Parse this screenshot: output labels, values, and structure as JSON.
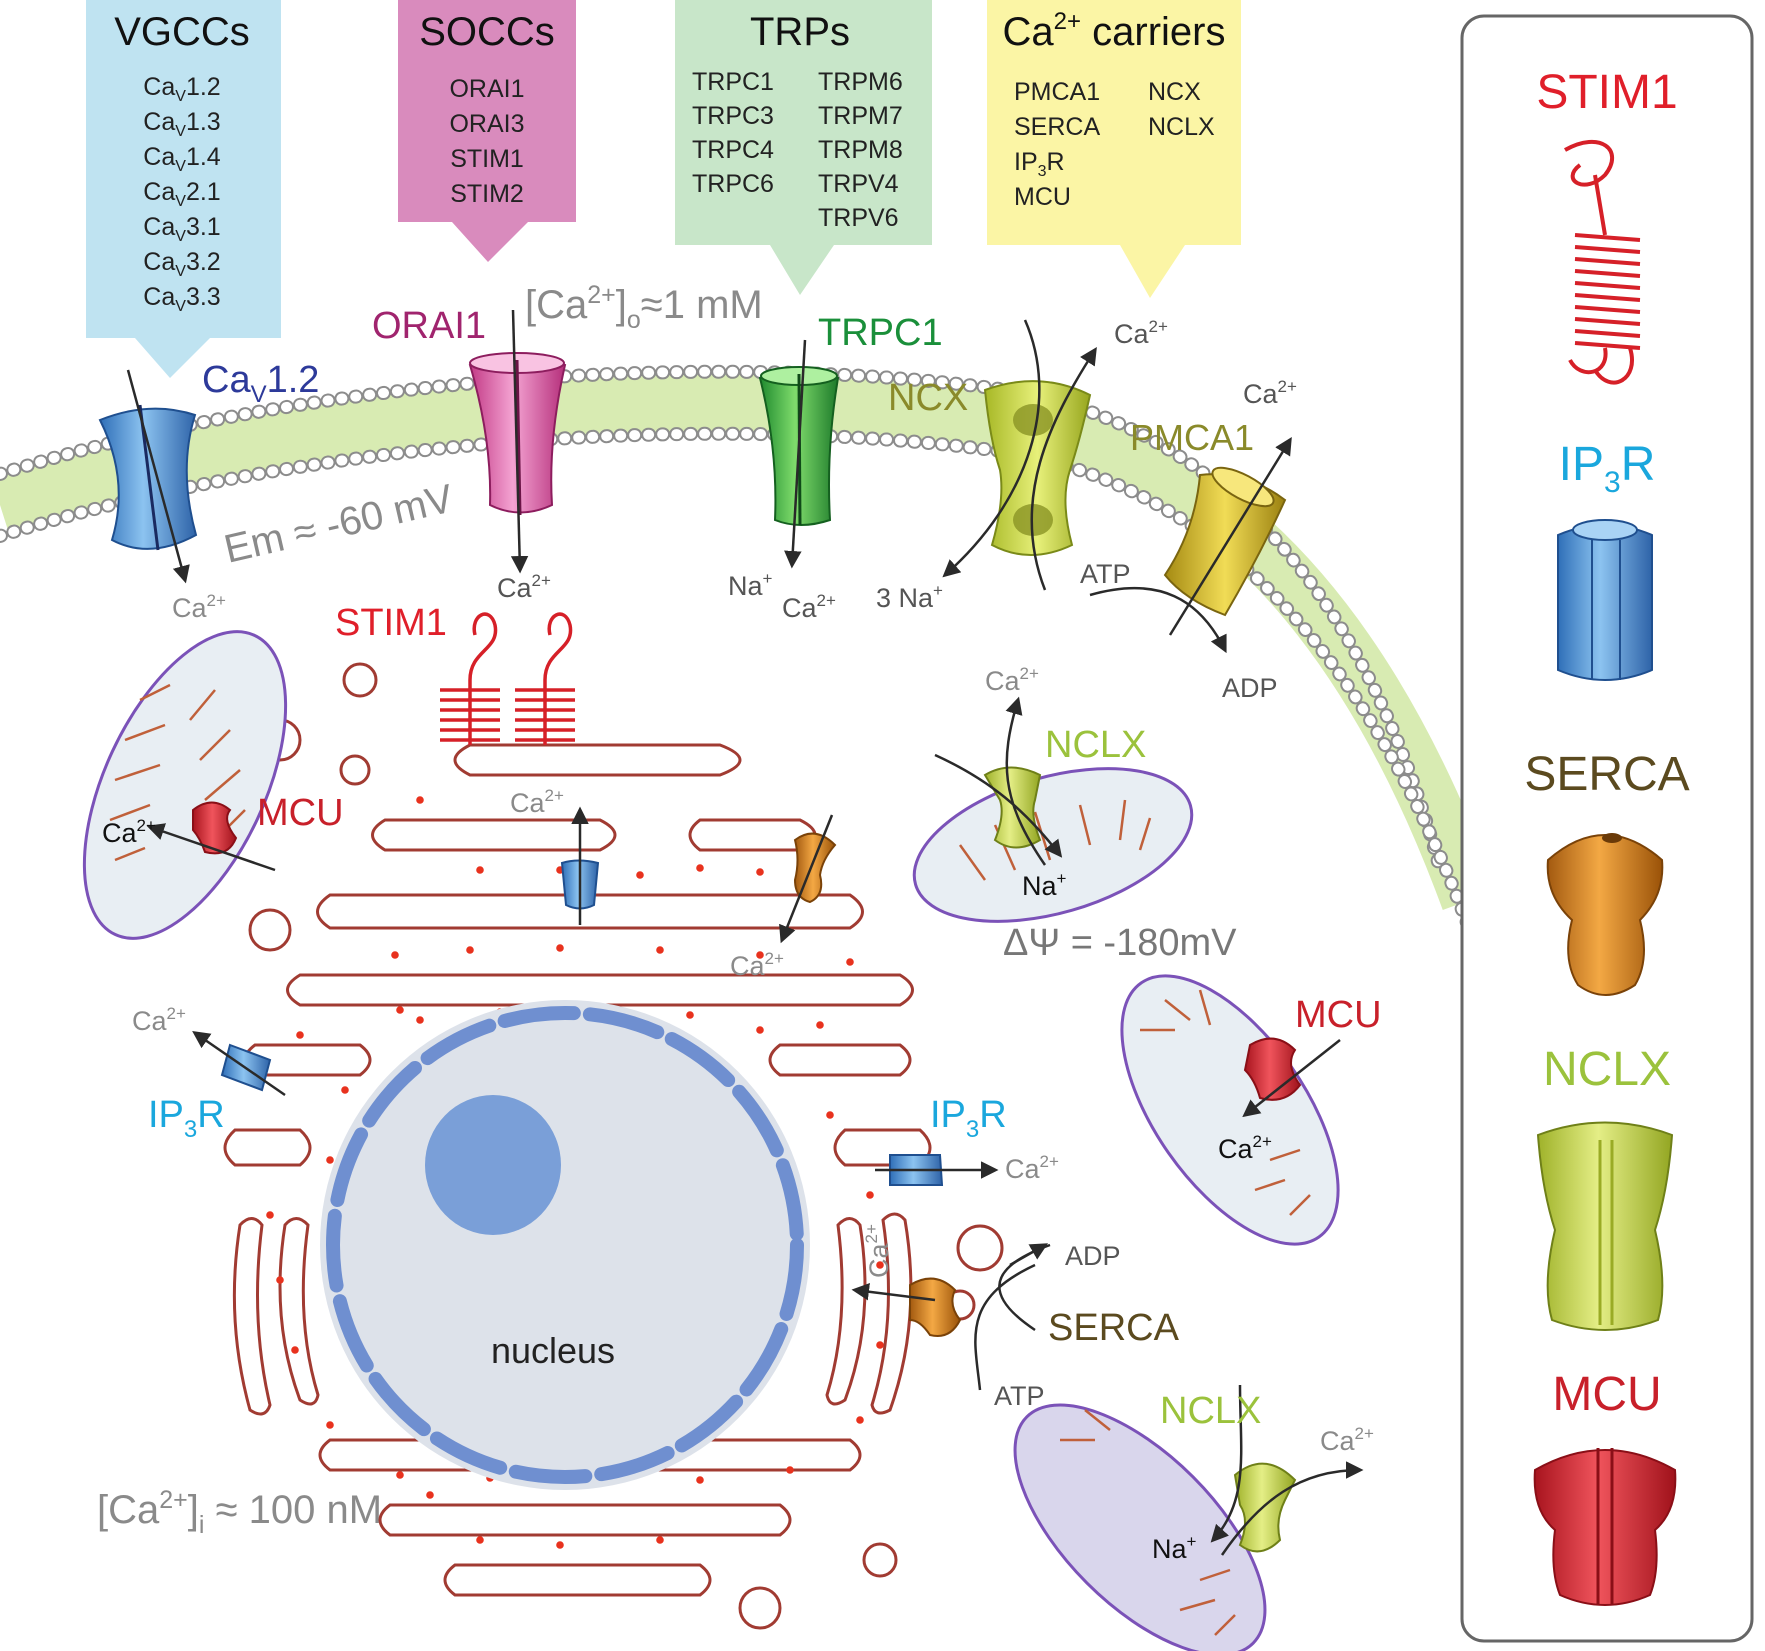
{
  "colors": {
    "vgcc_box": "#bfe3f1",
    "socc_box": "#d98bbd",
    "trp_box": "#c8e6c9",
    "carrier_box": "#fbf5a5",
    "membrane": "#d8ebb2",
    "er": "#a13b32",
    "nucleus_env": "#6f8fd0",
    "nucleus": "#dde2ea",
    "nucleolus": "#7a9fd8",
    "mito_outer": "#7b52b8",
    "mito_inner": "#c0603a",
    "mito_fill": "#e8eef3",
    "stim1": "#e01f2a",
    "ip3r": "#1aa7dd",
    "serca": "#5b4a1f",
    "nclx": "#9bc23c",
    "mcu": "#c8202a",
    "cav12": "#2d3a9a",
    "orai1": "#a0246e",
    "trpc1": "#1a8f3a",
    "ncx": "#8a8a2a",
    "pmca1": "#8a8a2a"
  },
  "boxes": {
    "vgcc": {
      "title": "VGCCs",
      "items": [
        {
          "base": "Ca",
          "sub": "V",
          "rest": "1.2"
        },
        {
          "base": "Ca",
          "sub": "V",
          "rest": "1.3"
        },
        {
          "base": "Ca",
          "sub": "V",
          "rest": "1.4"
        },
        {
          "base": "Ca",
          "sub": "V",
          "rest": "2.1"
        },
        {
          "base": "Ca",
          "sub": "V",
          "rest": "3.1"
        },
        {
          "base": "Ca",
          "sub": "V",
          "rest": "3.2"
        },
        {
          "base": "Ca",
          "sub": "V",
          "rest": "3.3"
        }
      ]
    },
    "socc": {
      "title": "SOCCs",
      "items": [
        "ORAI1",
        "ORAI3",
        "STIM1",
        "STIM2"
      ]
    },
    "trp": {
      "title": "TRPs",
      "items_left": [
        "TRPC1",
        "TRPC3",
        "TRPC4",
        "TRPC6"
      ],
      "items_right": [
        "TRPM6",
        "TRPM7",
        "TRPM8",
        "TRPV4",
        "TRPV6"
      ]
    },
    "carriers": {
      "title_base": "Ca",
      "title_sup": "2+",
      "title_rest": " carriers",
      "items_left": [
        {
          "base": "PMCA1",
          "sub": "",
          "rest": ""
        },
        {
          "base": "SERCA",
          "sub": "",
          "rest": ""
        },
        {
          "base": "IP",
          "sub": "3",
          "rest": "R"
        },
        {
          "base": "MCU",
          "sub": "",
          "rest": ""
        }
      ],
      "items_right": [
        "NCX",
        "NCLX"
      ]
    }
  },
  "labels": {
    "cav12": {
      "base": "Ca",
      "sub": "V",
      "rest": "1.2"
    },
    "orai1": "ORAI1",
    "trpc1": "TRPC1",
    "ncx": "NCX",
    "pmca1": "PMCA1",
    "ca_out": {
      "a": "[Ca",
      "sup": "2+",
      "b": "]",
      "sub": "o",
      "c": "≈1 mM"
    },
    "em": "Em ≈ -60 mV",
    "ca_in": {
      "a": "[Ca",
      "sup": "2+",
      "b": "]",
      "sub": "i",
      "c": " ≈ 100 nM"
    },
    "stim1": "STIM1",
    "mcu": "MCU",
    "nclx": "NCLX",
    "ip3r": {
      "base": "IP",
      "sub": "3",
      "rest": "R"
    },
    "serca": "SERCA",
    "nucleus": "nucleus",
    "delta_psi": "ΔΨ = -180mV",
    "ca": "Ca",
    "ca_sup": "2+",
    "na": "Na",
    "na_sup": "+",
    "three_na": "3 Na",
    "atp": "ATP",
    "adp": "ADP"
  },
  "legend": {
    "stim1": "STIM1",
    "ip3r": {
      "base": "IP",
      "sub": "3",
      "rest": "R"
    },
    "serca": "SERCA",
    "nclx": "NCLX",
    "mcu": "MCU"
  }
}
